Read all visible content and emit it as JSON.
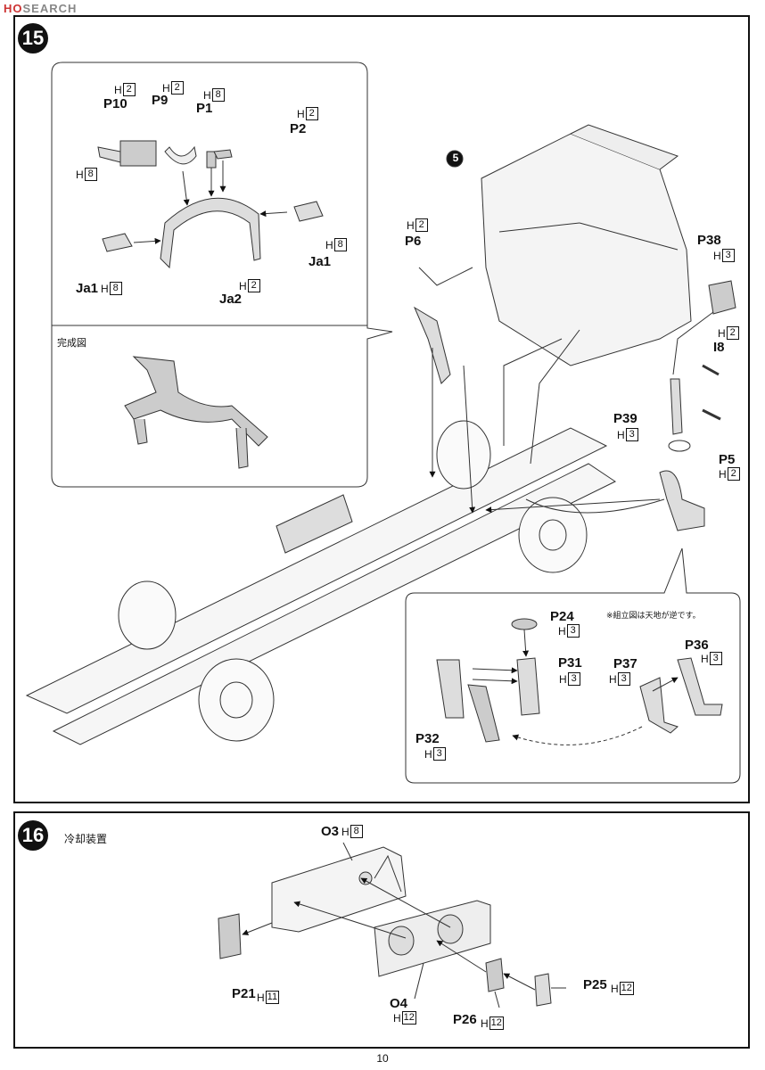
{
  "watermark": {
    "prefix": "HO",
    "text": "SEARCH"
  },
  "page_number": "10",
  "step15": {
    "number": "15",
    "inset_completed_label": "完成図",
    "note": "※組立図は天地が逆です。",
    "cab_ref": "5",
    "parts": [
      {
        "id": "p10",
        "name": "P10",
        "code": "H",
        "num": "2"
      },
      {
        "id": "p9",
        "name": "P9",
        "code": "H",
        "num": "2"
      },
      {
        "id": "p1",
        "name": "P1",
        "code": "H",
        "num": "8"
      },
      {
        "id": "p2",
        "name": "P2",
        "code": "H",
        "num": "2"
      },
      {
        "id": "h8a",
        "name": "",
        "code": "H",
        "num": "8"
      },
      {
        "id": "ja1r",
        "name": "Ja1",
        "code": "H",
        "num": "8"
      },
      {
        "id": "ja1l",
        "name": "Ja1",
        "code": "H",
        "num": "8"
      },
      {
        "id": "ja2",
        "name": "Ja2",
        "code": "H",
        "num": "2"
      },
      {
        "id": "p6",
        "name": "P6",
        "code": "H",
        "num": "2"
      },
      {
        "id": "p38",
        "name": "P38",
        "code": "H",
        "num": "3"
      },
      {
        "id": "i8",
        "name": "I8",
        "code": "H",
        "num": "2"
      },
      {
        "id": "p39",
        "name": "P39",
        "code": "H",
        "num": "3"
      },
      {
        "id": "p5",
        "name": "P5",
        "code": "H",
        "num": "2"
      },
      {
        "id": "p24",
        "name": "P24",
        "code": "H",
        "num": "3"
      },
      {
        "id": "p31",
        "name": "P31",
        "code": "H",
        "num": "3"
      },
      {
        "id": "p37",
        "name": "P37",
        "code": "H",
        "num": "3"
      },
      {
        "id": "p36",
        "name": "P36",
        "code": "H",
        "num": "3"
      },
      {
        "id": "p32",
        "name": "P32",
        "code": "H",
        "num": "3"
      }
    ]
  },
  "step16": {
    "number": "16",
    "title": "冷却装置",
    "parts": [
      {
        "id": "o3",
        "name": "O3",
        "code": "H",
        "num": "8"
      },
      {
        "id": "p21",
        "name": "P21",
        "code": "H",
        "num": "11"
      },
      {
        "id": "o4",
        "name": "O4",
        "code": "H",
        "num": "12"
      },
      {
        "id": "p26",
        "name": "P26",
        "code": "H",
        "num": "12"
      },
      {
        "id": "p25",
        "name": "P25",
        "code": "H",
        "num": "12"
      }
    ]
  }
}
